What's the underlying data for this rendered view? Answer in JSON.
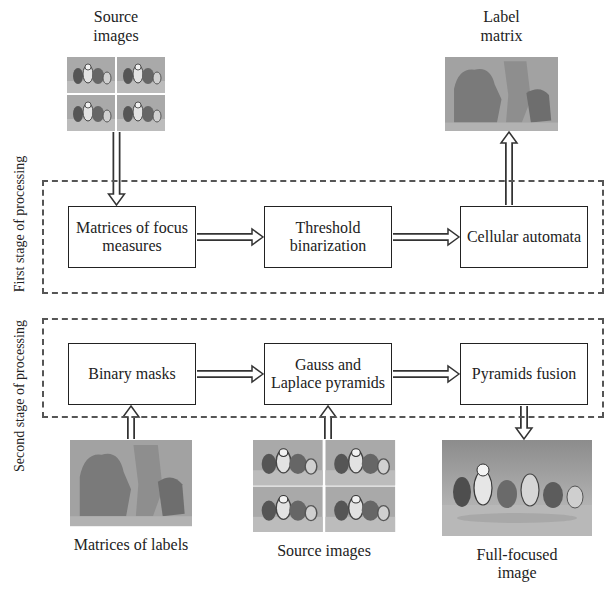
{
  "diagram": {
    "nodes": [
      {
        "text": [
          "Source images"
        ]
      },
      {
        "text": [
          "Label matrix"
        ]
      },
      {
        "text": [
          "First stage of processing"
        ]
      },
      {
        "text": [
          "Matrices of focus measures"
        ],
        "in": 2
      },
      {
        "text": [
          "Threshold binarization"
        ],
        "in": 2
      },
      {
        "text": [
          "Cellular automata"
        ],
        "in": 2
      },
      {
        "text": [
          "Second stage of processing"
        ]
      },
      {
        "text": [
          "Binary masks"
        ],
        "in": 6
      },
      {
        "text": [
          "Gauss and Laplace pyramids"
        ],
        "in": 6
      },
      {
        "text": [
          "Pyramids fusion"
        ],
        "in": 6
      },
      {
        "text": [
          "Matrices of labels"
        ]
      },
      {
        "text": [
          "Source images"
        ]
      },
      {
        "text": [
          "Full-focused image"
        ]
      }
    ],
    "edges": [
      {
        "from": 0,
        "to": 3,
        "arrow": "to"
      },
      {
        "from": 3,
        "to": 4,
        "arrow": "to"
      },
      {
        "from": 4,
        "to": 5,
        "arrow": "to"
      },
      {
        "from": 5,
        "to": 1,
        "arrow": "to"
      },
      {
        "from": 10,
        "to": 7,
        "arrow": "to"
      },
      {
        "from": 7,
        "to": 8,
        "arrow": "to"
      },
      {
        "from": 11,
        "to": 8,
        "arrow": "to"
      },
      {
        "from": 8,
        "to": 9,
        "arrow": "to"
      },
      {
        "from": 9,
        "to": 12,
        "arrow": "to"
      }
    ]
  }
}
